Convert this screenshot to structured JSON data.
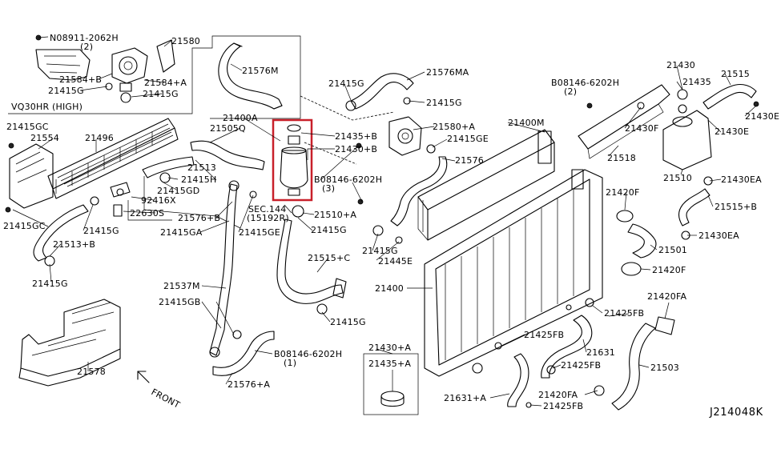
{
  "diagram": {
    "code": "J214048K",
    "front_label": "FRONT",
    "variant_note": "VQ30HR (HIGH)",
    "highlight_color": "#c8202a",
    "labels": [
      {
        "id": "n08911",
        "text": "N08911-2062H"
      },
      {
        "id": "n08911q",
        "text": "(2)"
      },
      {
        "id": "p21580",
        "text": "21580"
      },
      {
        "id": "p21576m",
        "text": "21576M"
      },
      {
        "id": "p21584b",
        "text": "21584+B"
      },
      {
        "id": "p21584a",
        "text": "21584+A"
      },
      {
        "id": "p21415g_a",
        "text": "21415G"
      },
      {
        "id": "p21415g_b",
        "text": "21415G"
      },
      {
        "id": "vq30hr",
        "text": "VQ30HR (HIGH)"
      },
      {
        "id": "p21415gc_a",
        "text": "21415GC"
      },
      {
        "id": "p21554",
        "text": "21554"
      },
      {
        "id": "p21496",
        "text": "21496"
      },
      {
        "id": "p21400a",
        "text": "21400A"
      },
      {
        "id": "p21505q",
        "text": "21505Q"
      },
      {
        "id": "p21415g_c",
        "text": "21415G"
      },
      {
        "id": "p21576ma",
        "text": "21576MA"
      },
      {
        "id": "p21415g_d",
        "text": "21415G"
      },
      {
        "id": "p21580a",
        "text": "21580+A"
      },
      {
        "id": "p21435b",
        "text": "21435+B"
      },
      {
        "id": "p21415ge_a",
        "text": "21415GE"
      },
      {
        "id": "p21430b",
        "text": "21430+B"
      },
      {
        "id": "p21576",
        "text": "21576"
      },
      {
        "id": "p21400m",
        "text": "21400M"
      },
      {
        "id": "b08146a",
        "text": "B08146-6202H"
      },
      {
        "id": "b08146aq",
        "text": "(2)"
      },
      {
        "id": "p21430",
        "text": "21430"
      },
      {
        "id": "p21435",
        "text": "21435"
      },
      {
        "id": "p21515",
        "text": "21515"
      },
      {
        "id": "p21430e_a",
        "text": "21430E"
      },
      {
        "id": "p21430e_b",
        "text": "21430E"
      },
      {
        "id": "p21430f",
        "text": "21430F"
      },
      {
        "id": "p21518",
        "text": "21518"
      },
      {
        "id": "p21510",
        "text": "21510"
      },
      {
        "id": "p21430ea_a",
        "text": "21430EA"
      },
      {
        "id": "p21513",
        "text": "21513"
      },
      {
        "id": "p21415h",
        "text": "21415H"
      },
      {
        "id": "p21415gd",
        "text": "21415GD"
      },
      {
        "id": "p92416x",
        "text": "92416X"
      },
      {
        "id": "p22630s",
        "text": "22630S"
      },
      {
        "id": "b08146b",
        "text": "B08146-6202H"
      },
      {
        "id": "b08146bq",
        "text": "(3)"
      },
      {
        "id": "p21420f_a",
        "text": "21420F"
      },
      {
        "id": "p21515b",
        "text": "21515+B"
      },
      {
        "id": "p21576b",
        "text": "21576+B"
      },
      {
        "id": "sec144",
        "text": "SEC.144"
      },
      {
        "id": "p15192r",
        "text": "(15192R)"
      },
      {
        "id": "p21510a",
        "text": "21510+A"
      },
      {
        "id": "p21415gc_b",
        "text": "21415GC"
      },
      {
        "id": "p21415g_e",
        "text": "21415G"
      },
      {
        "id": "p21415ga",
        "text": "21415GA"
      },
      {
        "id": "p21415ge_b",
        "text": "21415GE"
      },
      {
        "id": "p21415g_f",
        "text": "21415G"
      },
      {
        "id": "p21430ea_b",
        "text": "21430EA"
      },
      {
        "id": "p21513b",
        "text": "21513+B"
      },
      {
        "id": "p21415g_g",
        "text": "21415G"
      },
      {
        "id": "p21445e",
        "text": "21445E"
      },
      {
        "id": "p21501",
        "text": "21501"
      },
      {
        "id": "p21515c",
        "text": "21515+C"
      },
      {
        "id": "p21420f_b",
        "text": "21420F"
      },
      {
        "id": "p21415g_h",
        "text": "21415G"
      },
      {
        "id": "p21537m",
        "text": "21537M"
      },
      {
        "id": "p21400",
        "text": "21400"
      },
      {
        "id": "p21420fa",
        "text": "21420FA"
      },
      {
        "id": "p21415gb",
        "text": "21415GB"
      },
      {
        "id": "p21425fb_a",
        "text": "21425FB"
      },
      {
        "id": "p21415g_i",
        "text": "21415G"
      },
      {
        "id": "p21425fb_b",
        "text": "21425FB"
      },
      {
        "id": "p21430a",
        "text": "21430+A"
      },
      {
        "id": "p21435a",
        "text": "21435+A"
      },
      {
        "id": "p21631",
        "text": "21631"
      },
      {
        "id": "p21503",
        "text": "21503"
      },
      {
        "id": "b08146c",
        "text": "B08146-6202H"
      },
      {
        "id": "b08146cq",
        "text": "(1)"
      },
      {
        "id": "p21425fb_c",
        "text": "21425FB"
      },
      {
        "id": "p21578",
        "text": "21578"
      },
      {
        "id": "p21576a",
        "text": "21576+A"
      },
      {
        "id": "p21631a",
        "text": "21631+A"
      },
      {
        "id": "p21420fa_b",
        "text": "21420FA"
      },
      {
        "id": "p21425fb_d",
        "text": "21425FB"
      }
    ]
  }
}
